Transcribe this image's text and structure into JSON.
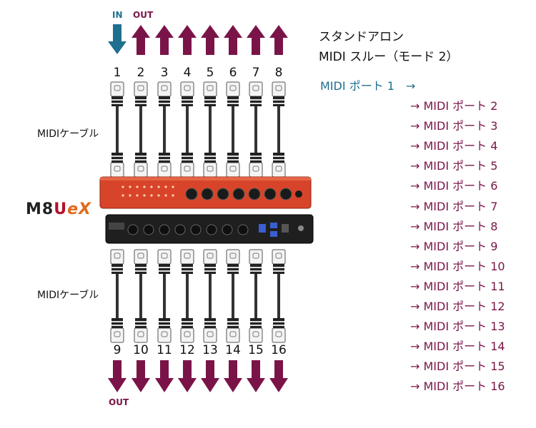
{
  "io_labels": {
    "in": "IN",
    "out_top": "OUT",
    "out_bottom": "OUT"
  },
  "top_ports": [
    "1",
    "2",
    "3",
    "4",
    "5",
    "6",
    "7",
    "8"
  ],
  "bottom_ports": [
    "9",
    "10",
    "11",
    "12",
    "13",
    "14",
    "15",
    "16"
  ],
  "cable_label_top": "MIDIケーブル",
  "cable_label_bottom": "MIDIケーブル",
  "logo": {
    "m8": "M8",
    "u": "U",
    "ex": "eX"
  },
  "title": {
    "line1": "スタンドアロン",
    "line2": "MIDI スルー（モード 2）"
  },
  "source_route": "MIDI ポート 1　→",
  "dest_routes": [
    "→ MIDI ポート 2",
    "→ MIDI ポート 3",
    "→ MIDI ポート 4",
    "→ MIDI ポート 5",
    "→ MIDI ポート 6",
    "→ MIDI ポート 7",
    "→ MIDI ポート 8",
    "→ MIDI ポート 9",
    "→ MIDI ポート 10",
    "→ MIDI ポート 11",
    "→ MIDI ポート 12",
    "→ MIDI ポート 13",
    "→ MIDI ポート 14",
    "→ MIDI ポート 15",
    "→ MIDI ポート 16"
  ],
  "colors": {
    "in_arrow": "#1f6f8f",
    "out_arrow": "#7a1448",
    "device_front": "#d8442a",
    "device_back": "#1f1f1f"
  }
}
